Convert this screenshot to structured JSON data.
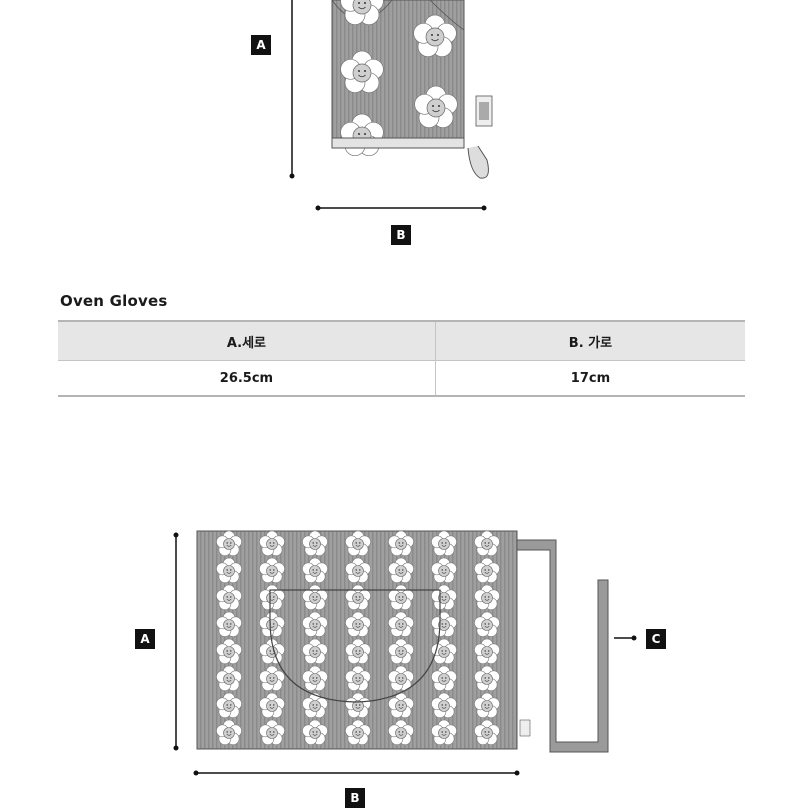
{
  "labels": {
    "a": "A",
    "b": "B",
    "c": "C"
  },
  "product_title": "Oven Gloves",
  "table": {
    "headers": [
      "A.세로",
      "B. 가로"
    ],
    "values": [
      "26.5cm",
      "17cm"
    ]
  },
  "colors": {
    "fabric": "#9a9a9a",
    "flower": "#ffffff",
    "strap": "#8e8e8e",
    "table_header": "#e6e6e6",
    "badge": "#111111"
  }
}
